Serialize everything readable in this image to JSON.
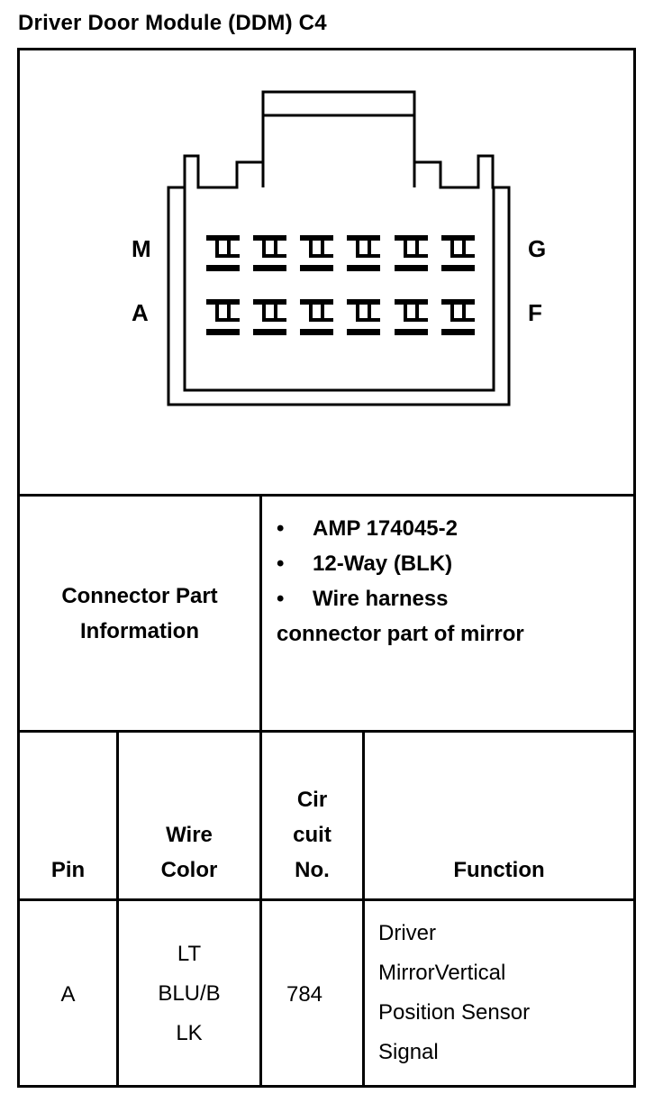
{
  "title": "Driver Door Module (DDM) C4",
  "connector": {
    "pin_labels": {
      "top_left": "M",
      "bottom_left": "A",
      "top_right": "G",
      "bottom_right": "F"
    }
  },
  "part_info": {
    "label_line1": "Connector Part",
    "label_line2": "Information",
    "bullet": "•",
    "items": [
      "AMP 174045-2",
      "12-Way (BLK)",
      "Wire harness"
    ],
    "continuation": "connector part of mirror"
  },
  "table": {
    "headers": {
      "pin": "Pin",
      "wire_line1": "Wire",
      "wire_line2": "Color",
      "circuit_line1": "Cir",
      "circuit_line2": "cuit",
      "circuit_line3": "No.",
      "function": "Function"
    },
    "rows": [
      {
        "pin": "A",
        "wire_line1": "LT",
        "wire_line2": "BLU/B",
        "wire_line3": "LK",
        "circuit": "784",
        "function_line1": "Driver",
        "function_line2": "MirrorVertical",
        "function_line3": "Position Sensor",
        "function_line4": "Signal"
      }
    ]
  }
}
